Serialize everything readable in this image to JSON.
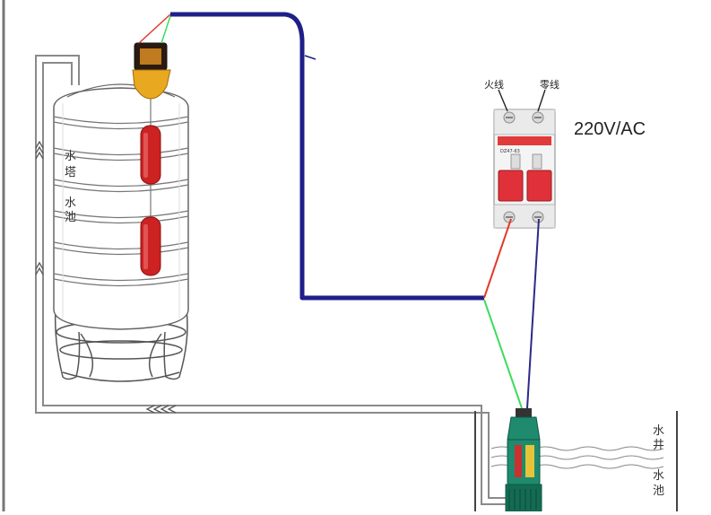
{
  "labels": {
    "live_wire": "火线",
    "neutral_wire": "零线",
    "voltage": "220V/AC",
    "tank_char_1": "水",
    "tank_char_2": "塔",
    "tank_char_3": "水",
    "tank_char_4": "池",
    "well_char_1": "水",
    "well_char_2": "井",
    "well_char_3": "水",
    "well_char_4": "池"
  },
  "colors": {
    "control_cable": "#1f1f8a",
    "live_wire": "#e03a2a",
    "neutral_wire": "#2a2a8a",
    "ground_wire": "#3ddc5a",
    "float_ball": "#cc2222",
    "breaker_handle": "#e0303a",
    "pump_body": "#1f8a6e",
    "pipe": "#888888"
  },
  "icons": {
    "float_switch": "float-switch-icon",
    "circuit_breaker": "circuit-breaker-icon",
    "pump": "submersible-pump-icon",
    "tank": "water-tank-icon",
    "flow_arrows": "flow-arrow-icon"
  }
}
